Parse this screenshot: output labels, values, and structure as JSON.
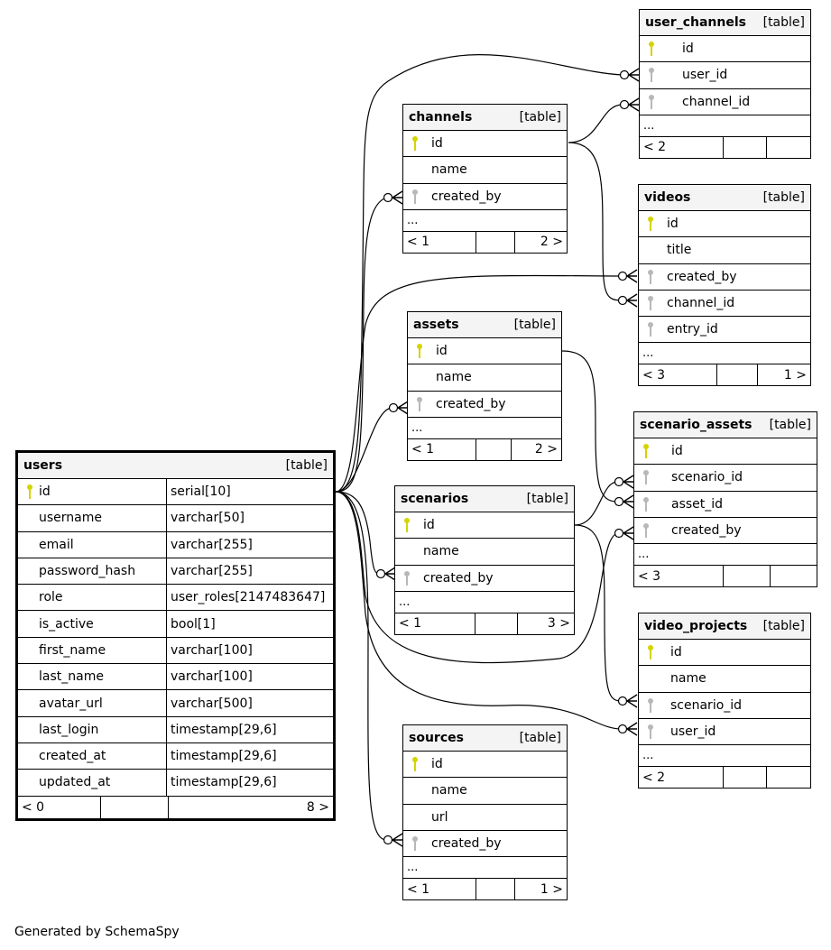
{
  "footer": "Generated by SchemaSpy",
  "colors": {
    "primary_key": "#d4d400",
    "foreign_key": "#b8b8b8",
    "header_bg": "#f4f4f4"
  },
  "tables": {
    "users": {
      "name": "users",
      "kind": "[table]",
      "columns": [
        {
          "name": "id",
          "type": "serial[10]",
          "key": "pk"
        },
        {
          "name": "username",
          "type": "varchar[50]",
          "key": ""
        },
        {
          "name": "email",
          "type": "varchar[255]",
          "key": ""
        },
        {
          "name": "password_hash",
          "type": "varchar[255]",
          "key": ""
        },
        {
          "name": "role",
          "type": "user_roles[2147483647]",
          "key": ""
        },
        {
          "name": "is_active",
          "type": "bool[1]",
          "key": ""
        },
        {
          "name": "first_name",
          "type": "varchar[100]",
          "key": ""
        },
        {
          "name": "last_name",
          "type": "varchar[100]",
          "key": ""
        },
        {
          "name": "avatar_url",
          "type": "varchar[500]",
          "key": ""
        },
        {
          "name": "last_login",
          "type": "timestamp[29,6]",
          "key": ""
        },
        {
          "name": "created_at",
          "type": "timestamp[29,6]",
          "key": ""
        },
        {
          "name": "updated_at",
          "type": "timestamp[29,6]",
          "key": ""
        }
      ],
      "footer": {
        "parents": "< 0",
        "rows": "",
        "children": "8 >"
      }
    },
    "user_channels": {
      "name": "user_channels",
      "kind": "[table]",
      "columns": [
        {
          "name": "id",
          "key": "pk"
        },
        {
          "name": "user_id",
          "key": "fk"
        },
        {
          "name": "channel_id",
          "key": "fk"
        }
      ],
      "ellipsis": "...",
      "footer": {
        "parents": "< 2",
        "rows": "",
        "children": ""
      }
    },
    "channels": {
      "name": "channels",
      "kind": "[table]",
      "columns": [
        {
          "name": "id",
          "key": "pk"
        },
        {
          "name": "name",
          "key": ""
        },
        {
          "name": "created_by",
          "key": "fk"
        }
      ],
      "ellipsis": "...",
      "footer": {
        "parents": "< 1",
        "rows": "",
        "children": "2 >"
      }
    },
    "videos": {
      "name": "videos",
      "kind": "[table]",
      "columns": [
        {
          "name": "id",
          "key": "pk"
        },
        {
          "name": "title",
          "key": ""
        },
        {
          "name": "created_by",
          "key": "fk"
        },
        {
          "name": "channel_id",
          "key": "fk"
        },
        {
          "name": "entry_id",
          "key": "fk"
        }
      ],
      "ellipsis": "...",
      "footer": {
        "parents": "< 3",
        "rows": "",
        "children": "1 >"
      }
    },
    "assets": {
      "name": "assets",
      "kind": "[table]",
      "columns": [
        {
          "name": "id",
          "key": "pk"
        },
        {
          "name": "name",
          "key": ""
        },
        {
          "name": "created_by",
          "key": "fk"
        }
      ],
      "ellipsis": "...",
      "footer": {
        "parents": "< 1",
        "rows": "",
        "children": "2 >"
      }
    },
    "scenario_assets": {
      "name": "scenario_assets",
      "kind": "[table]",
      "columns": [
        {
          "name": "id",
          "key": "pk"
        },
        {
          "name": "scenario_id",
          "key": "fk"
        },
        {
          "name": "asset_id",
          "key": "fk"
        },
        {
          "name": "created_by",
          "key": "fk"
        }
      ],
      "ellipsis": "...",
      "footer": {
        "parents": "< 3",
        "rows": "",
        "children": ""
      }
    },
    "scenarios": {
      "name": "scenarios",
      "kind": "[table]",
      "columns": [
        {
          "name": "id",
          "key": "pk"
        },
        {
          "name": "name",
          "key": ""
        },
        {
          "name": "created_by",
          "key": "fk"
        }
      ],
      "ellipsis": "...",
      "footer": {
        "parents": "< 1",
        "rows": "",
        "children": "3 >"
      }
    },
    "video_projects": {
      "name": "video_projects",
      "kind": "[table]",
      "columns": [
        {
          "name": "id",
          "key": "pk"
        },
        {
          "name": "name",
          "key": ""
        },
        {
          "name": "scenario_id",
          "key": "fk"
        },
        {
          "name": "user_id",
          "key": "fk"
        }
      ],
      "ellipsis": "...",
      "footer": {
        "parents": "< 2",
        "rows": "",
        "children": ""
      }
    },
    "sources": {
      "name": "sources",
      "kind": "[table]",
      "columns": [
        {
          "name": "id",
          "key": "pk"
        },
        {
          "name": "name",
          "key": ""
        },
        {
          "name": "url",
          "key": ""
        },
        {
          "name": "created_by",
          "key": "fk"
        }
      ],
      "ellipsis": "...",
      "footer": {
        "parents": "< 1",
        "rows": "",
        "children": "1 >"
      }
    }
  },
  "relationships": [
    {
      "from": "users.id",
      "to": "user_channels.user_id"
    },
    {
      "from": "channels.id",
      "to": "user_channels.channel_id"
    },
    {
      "from": "users.id",
      "to": "channels.created_by"
    },
    {
      "from": "users.id",
      "to": "videos.created_by"
    },
    {
      "from": "channels.id",
      "to": "videos.channel_id"
    },
    {
      "from": "users.id",
      "to": "assets.created_by"
    },
    {
      "from": "scenarios.id",
      "to": "scenario_assets.scenario_id"
    },
    {
      "from": "assets.id",
      "to": "scenario_assets.asset_id"
    },
    {
      "from": "users.id",
      "to": "scenario_assets.created_by"
    },
    {
      "from": "users.id",
      "to": "scenarios.created_by"
    },
    {
      "from": "scenarios.id",
      "to": "video_projects.scenario_id"
    },
    {
      "from": "users.id",
      "to": "video_projects.user_id"
    },
    {
      "from": "users.id",
      "to": "sources.created_by"
    }
  ]
}
